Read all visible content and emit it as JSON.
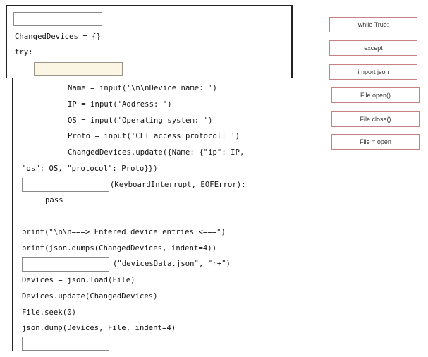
{
  "code": {
    "line_changed_devices": "ChangedDevices = {}",
    "line_try": "try:",
    "line_name": "Name = input('\\n\\nDevice name: ')",
    "line_ip": "IP = input('Address: ')",
    "line_os": "OS = input('Operating system: ')",
    "line_proto": "Proto = input('CLI access protocol: ')",
    "line_update": "ChangedDevices.update({Name: {\"ip\": IP,",
    "line_update_cont": "\"os\": OS, \"protocol\": Proto}})",
    "line_except_tail": "(KeyboardInterrupt, EOFError):",
    "line_pass": "pass",
    "line_print_entries": "print(\"\\n\\n===> Entered device entries <===\")",
    "line_print_dumps": "print(json.dumps(ChangedDevices, indent=4))",
    "line_open_tail": "(\"devicesData.json\", \"r+\")",
    "line_load": "Devices = json.load(File)",
    "line_dev_update": "Devices.update(ChangedDevices)",
    "line_seek": "File.seek(0)",
    "line_dump": "json.dump(Devices, File, indent=4)"
  },
  "options": [
    {
      "label": "while True:"
    },
    {
      "label": "except"
    },
    {
      "label": "import json"
    },
    {
      "label": "File.open()"
    },
    {
      "label": "File.close()"
    },
    {
      "label": "File = open"
    }
  ]
}
